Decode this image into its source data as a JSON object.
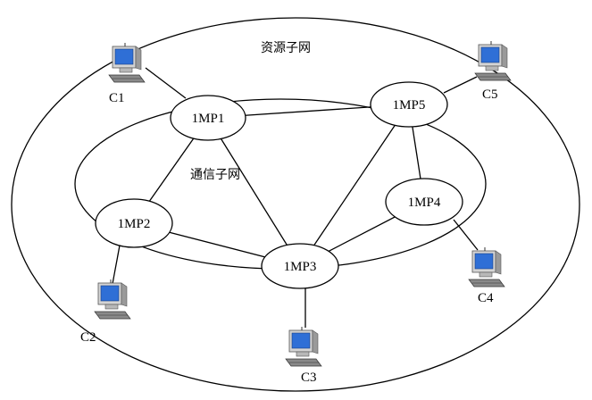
{
  "resource_subnet": {
    "label": "资源子网"
  },
  "communication_subnet": {
    "label": "通信子网"
  },
  "nodes": [
    {
      "id": "1MP1",
      "label": "1MP1"
    },
    {
      "id": "1MP2",
      "label": "1MP2"
    },
    {
      "id": "1MP3",
      "label": "1MP3"
    },
    {
      "id": "1MP4",
      "label": "1MP4"
    },
    {
      "id": "1MP5",
      "label": "1MP5"
    }
  ],
  "hosts": [
    {
      "id": "C1",
      "label": "C1",
      "attached_to": "1MP1"
    },
    {
      "id": "C2",
      "label": "C2",
      "attached_to": "1MP2"
    },
    {
      "id": "C3",
      "label": "C3",
      "attached_to": "1MP3"
    },
    {
      "id": "C4",
      "label": "C4",
      "attached_to": "1MP4"
    },
    {
      "id": "C5",
      "label": "C5",
      "attached_to": "1MP5"
    }
  ],
  "links": [
    [
      "1MP1",
      "1MP2"
    ],
    [
      "1MP1",
      "1MP3"
    ],
    [
      "1MP1",
      "1MP5"
    ],
    [
      "1MP2",
      "1MP3"
    ],
    [
      "1MP3",
      "1MP4"
    ],
    [
      "1MP3",
      "1MP5"
    ],
    [
      "1MP4",
      "1MP5"
    ]
  ],
  "colors": {
    "screen": "#2f6fd6",
    "monitor_body": "#d4d4d4",
    "line": "#000000"
  }
}
